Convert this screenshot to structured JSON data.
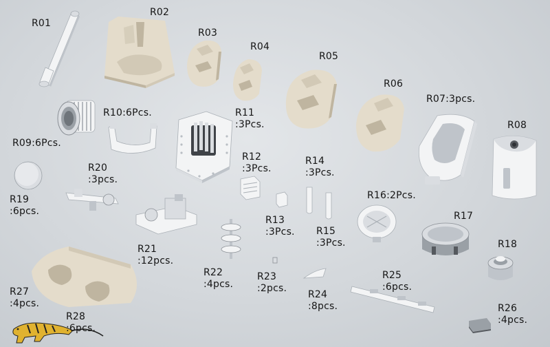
{
  "parts": [
    {
      "id": "r01",
      "label": "R01"
    },
    {
      "id": "r02",
      "label": "R02"
    },
    {
      "id": "r03",
      "label": "R03"
    },
    {
      "id": "r04",
      "label": "R04"
    },
    {
      "id": "r05",
      "label": "R05"
    },
    {
      "id": "r06",
      "label": "R06"
    },
    {
      "id": "r07",
      "label": "R07:3pcs."
    },
    {
      "id": "r08",
      "label": "R08"
    },
    {
      "id": "r09",
      "label": "R09:6Pcs."
    },
    {
      "id": "r10",
      "label": "R10:6Pcs."
    },
    {
      "id": "r11",
      "label": "R11\n:3Pcs."
    },
    {
      "id": "r12",
      "label": "R12\n:3Pcs."
    },
    {
      "id": "r13",
      "label": "R13\n:3Pcs."
    },
    {
      "id": "r14",
      "label": "R14\n:3Pcs."
    },
    {
      "id": "r15",
      "label": "R15\n:3Pcs."
    },
    {
      "id": "r16",
      "label": "R16:2Pcs."
    },
    {
      "id": "r17",
      "label": "R17"
    },
    {
      "id": "r18",
      "label": "R18"
    },
    {
      "id": "r19",
      "label": "R19\n:6pcs."
    },
    {
      "id": "r20",
      "label": "R20\n:3pcs."
    },
    {
      "id": "r21",
      "label": "R21\n:12pcs."
    },
    {
      "id": "r22",
      "label": "R22\n:4pcs."
    },
    {
      "id": "r23",
      "label": "R23\n:2pcs."
    },
    {
      "id": "r24",
      "label": "R24\n:8pcs."
    },
    {
      "id": "r25",
      "label": "R25\n:6pcs."
    },
    {
      "id": "r26",
      "label": "R26\n:4pcs."
    },
    {
      "id": "r27",
      "label": "R27\n:4pcs."
    },
    {
      "id": "r28",
      "label": "R28\n:6pcs."
    }
  ],
  "icons": {
    "logo": "tiger-logo-icon"
  },
  "colors": {
    "background": "#d6dadd",
    "resin_part": "#e4dccb",
    "white_part": "#f3f4f5",
    "label_text": "#151515"
  }
}
